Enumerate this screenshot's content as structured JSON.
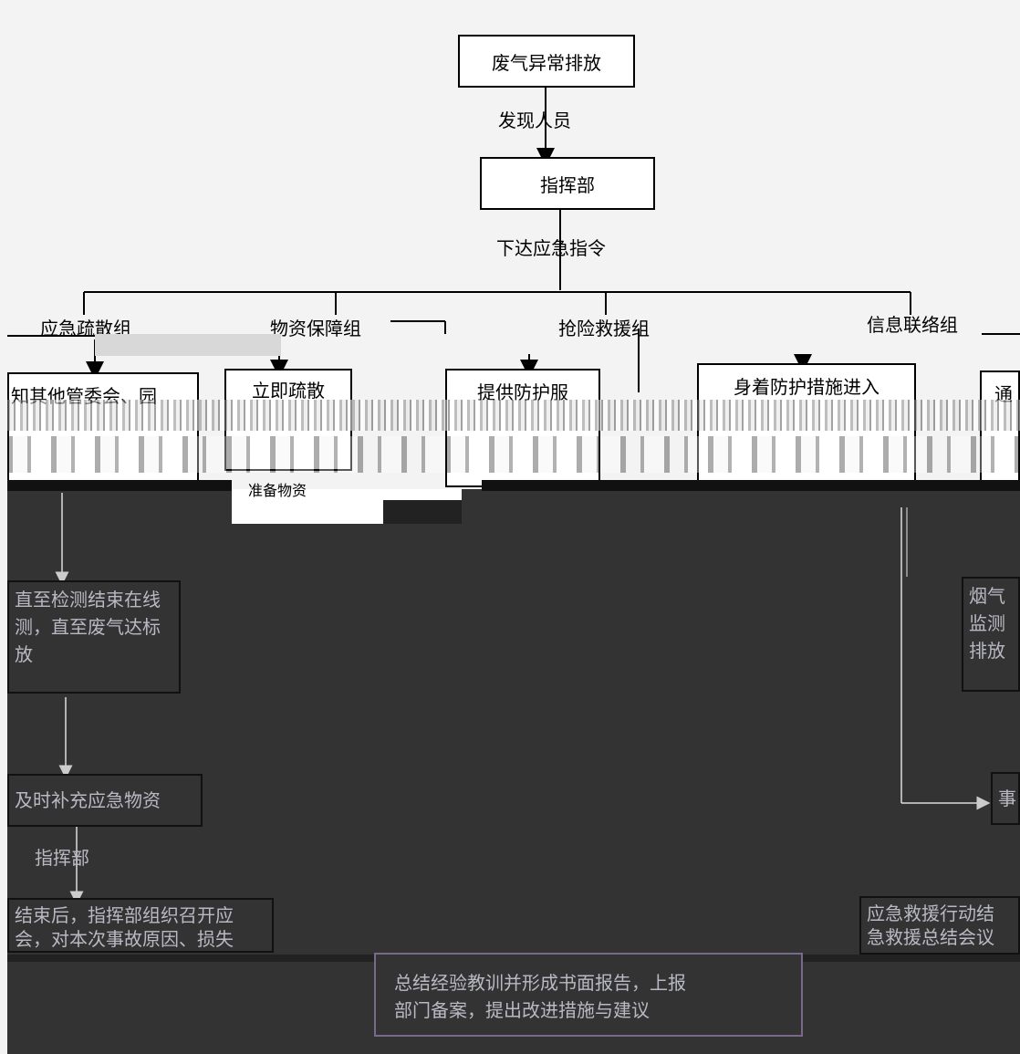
{
  "top": {
    "emission": "废气异常排放",
    "discoverer": "发现人员",
    "command": "指挥部",
    "order": "下达应急指令"
  },
  "groups": {
    "evac": "应急疏散组",
    "supply": "物资保障组",
    "rescue": "抢险救援组",
    "info": "信息联络组"
  },
  "actions": {
    "a1": "知其他管委会、园",
    "a2": "立即疏散",
    "a3": "提供防护服",
    "a4": "身着防护措施进入",
    "a5": "通"
  },
  "lower": {
    "monitor_l1": "直至检测结束在线",
    "monitor_l2": "测，直至废气达标",
    "monitor_l3": "放",
    "replenish": "及时补充应急物资",
    "command2": "指挥部",
    "end_l1": "结束后，指挥部组织召开应",
    "end_l2": "会，对本次事故原因、损失",
    "right_l1": "烟气",
    "right_l2": "监测",
    "right_l3": "排放",
    "right_box": "事",
    "right_bottom_l1": "应急救援行动结",
    "right_bottom_l2": "急救援总结会议",
    "center_bottom_l1": "总结经验教训并形成书面报告，上报",
    "center_bottom_l2": "部门备案，提出改进措施与建议",
    "small": "准备物资"
  }
}
